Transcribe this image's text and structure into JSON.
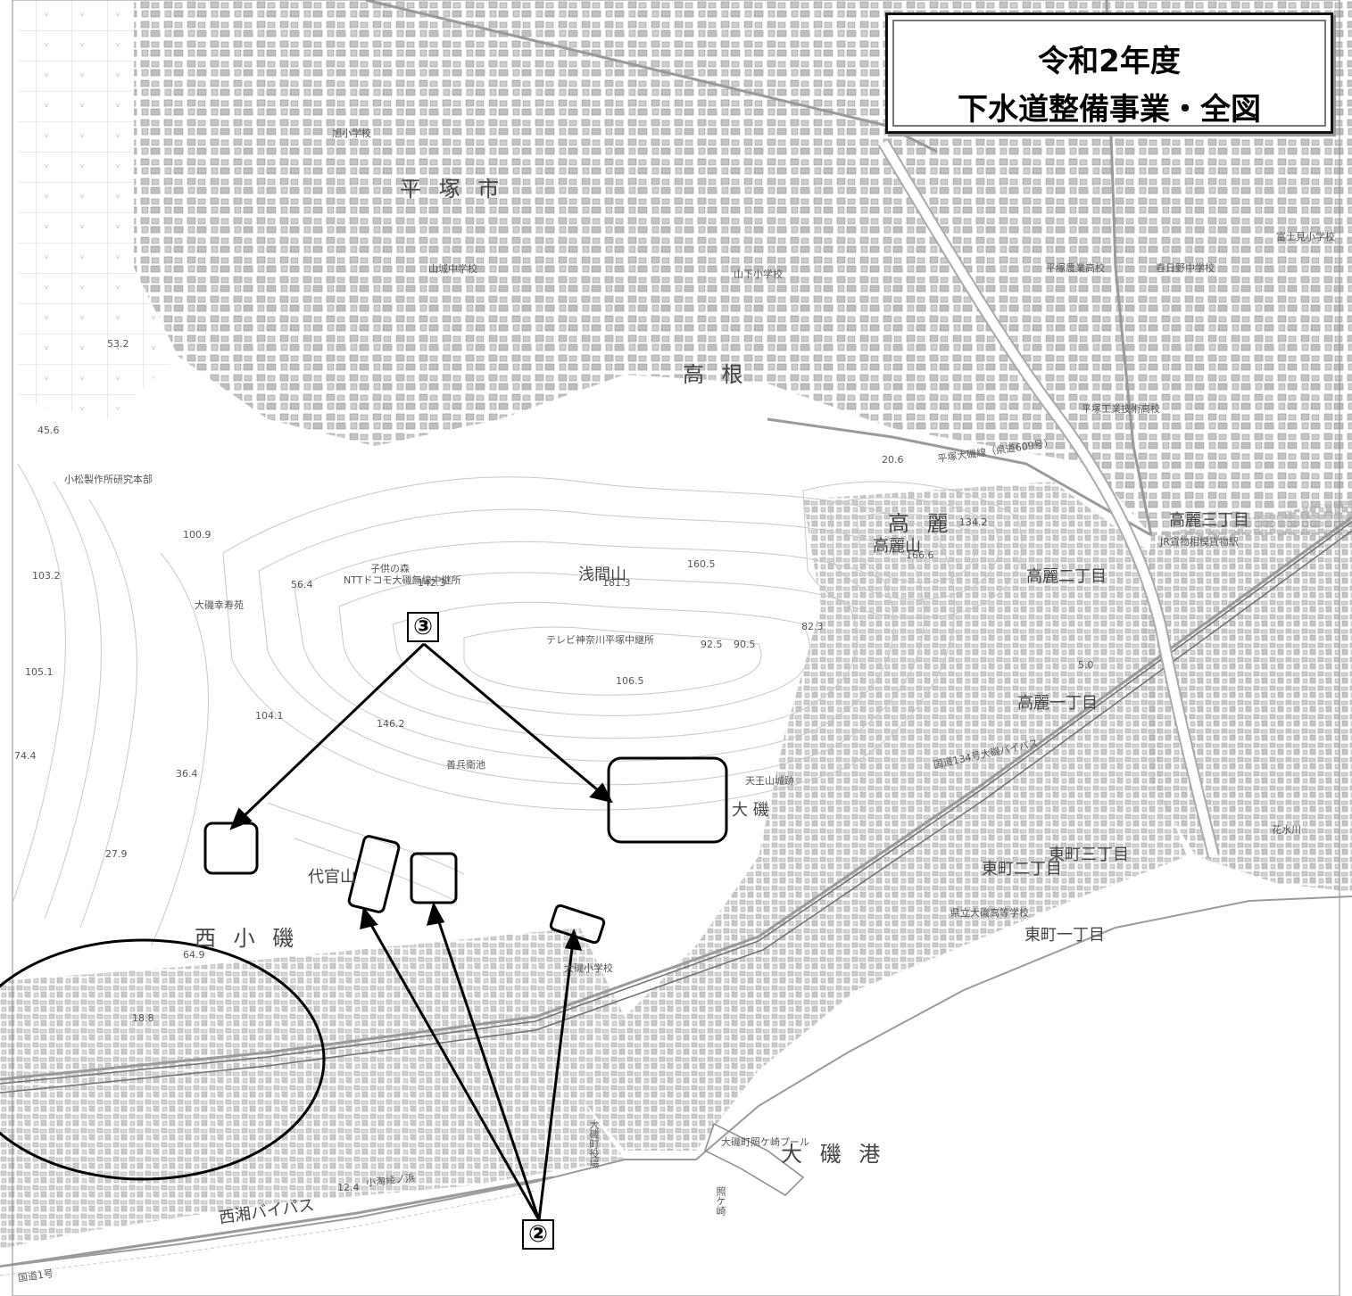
{
  "title": {
    "line1": "令和2年度",
    "line2": "下水道整備事業・全図"
  },
  "markers": {
    "marker_2": "②",
    "marker_3": "③"
  },
  "place_labels": {
    "hiratsuka_city": "平 塚 市",
    "takane": "高 根",
    "koma": "高 麗",
    "komayama": "高麗山",
    "sengenyama": "浅間山",
    "oiso_port": "大 磯 港",
    "nishikoiso": "西 小 磯",
    "daikanyama": "代官山",
    "terukasaki": "照ケ崎",
    "koma_1chome": "高麗一丁目",
    "koma_2chome": "高麗二丁目",
    "koma_3chome": "高麗三丁目",
    "higashicho_1chome": "東町一丁目",
    "higashicho_2chome": "東町二丁目",
    "higashicho_3chome": "東町三丁目",
    "oiso": "大 磯",
    "hanamizu_river": "花水川",
    "nishishonan_bypass": "西湘バイパス",
    "route_1": "国道1号",
    "route_134": "国道134号大磯バイパス",
    "prefectural_road": "平塚大磯線（県道609号）",
    "kodomo_no_mori": "子供の森",
    "tv_relay": "テレビ神奈川平塚中継所",
    "ntt_relay": "NTTドコモ大磯無線中継所",
    "jr_station": "JR貨物相模貨物駅",
    "oiso_elementary": "大磯小学校",
    "hiratsuka_nohigh": "平塚農業高校",
    "kozan_jhs": "山城中学校",
    "oiso_high": "県立大磯高等学校",
    "oiso_tower": "大磯町役場",
    "koiso_beach": "小淘綾ノ浜",
    "pool": "大磯町照ケ崎プール",
    "tennozan": "天王山城跡",
    "zenbei_pond": "善兵衛池",
    "kasugano_jhs": "春日野中学校",
    "fujimi_es": "富士見小学校",
    "hiratsuka_tech": "平塚工業技術高校",
    "asahi_es": "旭小学校",
    "yamashita_es": "山下小学校",
    "oiso_shichifuku": "大磯幸寿苑",
    "komatsu": "小松製作所研究本部",
    "elevation_181": "181.3",
    "elevation_166": "166.6",
    "elevation_160": "160.5",
    "elevation_146": "146.2",
    "elevation_134": "134.2",
    "elevation_142": "142.3",
    "elevation_106": "106.5",
    "elevation_100": "100.9",
    "elevation_103": "103.2",
    "elevation_105": "105.1",
    "elevation_104": "104.1",
    "elevation_92": "92.5",
    "elevation_90": "90.5",
    "elevation_82": "82.3",
    "elevation_74": "74.4",
    "elevation_64": "64.9",
    "elevation_56": "56.4",
    "elevation_53": "53.2",
    "elevation_45": "45.6",
    "elevation_36": "36.4",
    "elevation_27": "27.9",
    "elevation_18": "18.8",
    "elevation_12": "12.4",
    "elevation_20": "20.6",
    "elevation_5": "5.0"
  },
  "colors": {
    "road": "#cfcfcf",
    "building": "#d7d7d7",
    "contour": "#c4c4c4",
    "sea": "#ffffff",
    "annotation": "#000000",
    "title_border": "#111111"
  },
  "icons": {
    "annotation_arrow": "arrow-icon",
    "highlight_area": "rounded-rect-highlight",
    "ellipse_area": "ellipse-highlight"
  }
}
